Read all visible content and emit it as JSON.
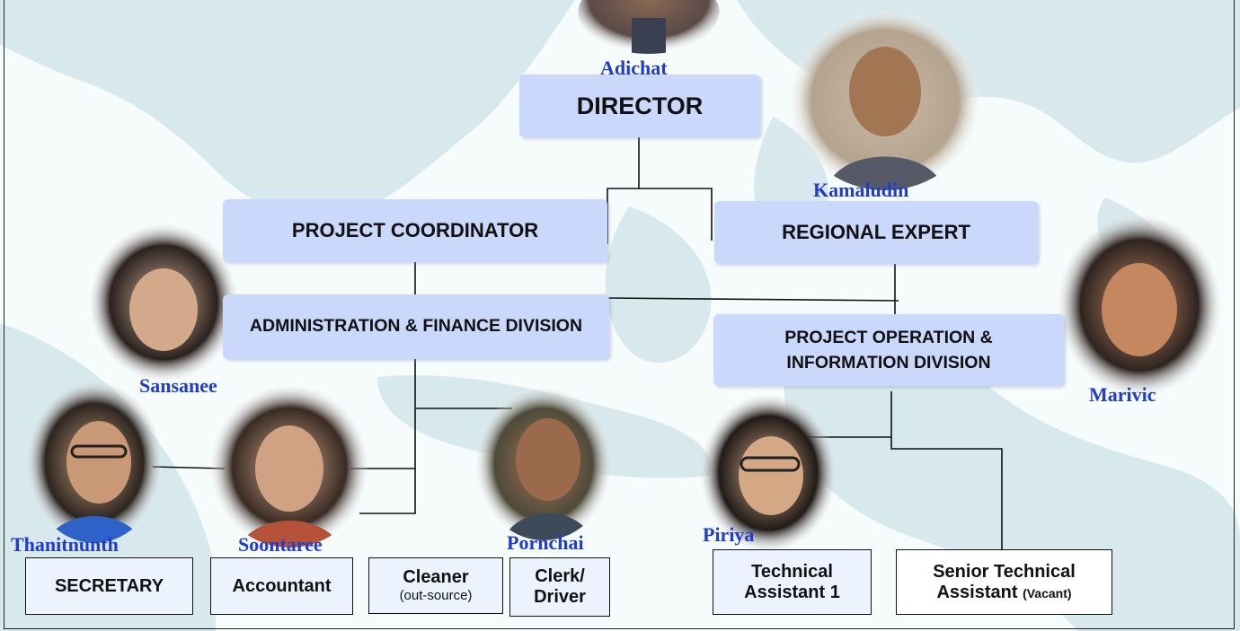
{
  "positions": {
    "director": "DIRECTOR",
    "project_coordinator": "PROJECT COORDINATOR",
    "regional_expert": "REGIONAL EXPERT",
    "admin_finance": "ADMINISTRATION & FINANCE DIVISION",
    "project_operation": "PROJECT OPERATION & INFORMATION DIVISION",
    "secretary": "SECRETARY",
    "accountant": "Accountant",
    "cleaner": "Cleaner",
    "cleaner_note": "(out-source)",
    "clerk_line1": "Clerk/",
    "clerk_line2": "Driver",
    "tech_assistant_line1": "Technical",
    "tech_assistant_line2": "Assistant 1",
    "senior_tech_line1": "Senior Technical",
    "senior_tech_line2": "Assistant",
    "senior_tech_note": "(Vacant)"
  },
  "people": {
    "director": "Adichat",
    "regional_expert": "Kamaludin",
    "admin_finance": "Sansanee",
    "project_operation": "Marivic",
    "secretary": "Thanitnunth",
    "accountant": "Soontaree",
    "clerk": "Pornchai",
    "tech_assistant": "Piriya"
  },
  "colors": {
    "box_fill": "#c9d8fb",
    "staff_box_fill": "#ecf3fe",
    "name_color": "#1f3bd1",
    "background_map": "#d6e8ec"
  }
}
